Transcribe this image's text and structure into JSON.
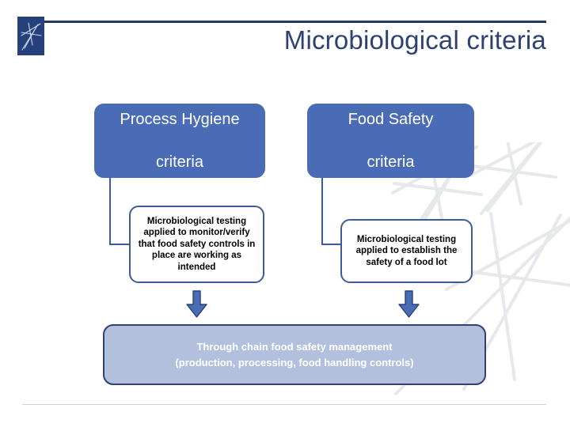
{
  "slide": {
    "title": "Microbiological criteria",
    "logo_icon": "star-figure-logo-icon",
    "accent_color": "#4A6BB5",
    "title_color": "#2E4272",
    "summary_fill_color": "#B2C0DE",
    "border_color": "#3C5C99"
  },
  "categories": [
    {
      "id": "process-hygiene",
      "title_line1": "Process Hygiene",
      "title_line2": "criteria",
      "description": "Microbiological testing applied to monitor/verify that food safety controls in place are working as intended",
      "arrow_icon": "down-arrow-icon"
    },
    {
      "id": "food-safety",
      "title_line1": "Food Safety",
      "title_line2": "criteria",
      "description": "Microbiological testing applied to establish the safety of a food lot",
      "arrow_icon": "down-arrow-icon"
    }
  ],
  "summary": {
    "line1": "Through chain food safety management",
    "line2": "(production, processing, food handling controls)"
  }
}
